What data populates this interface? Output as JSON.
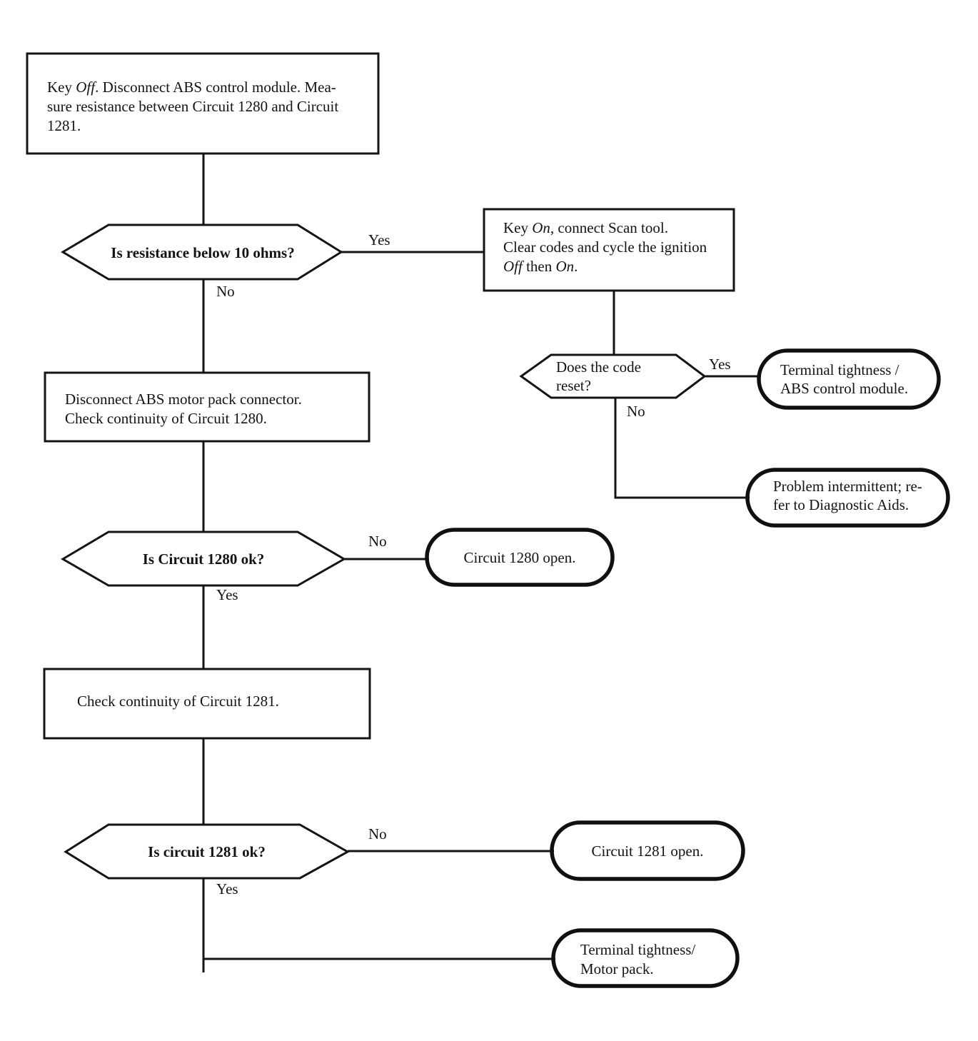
{
  "flowchart": {
    "colors": {
      "ink": "#141414",
      "background": "#ffffff"
    },
    "box_key_off": {
      "l1a": "Key ",
      "l1b": "Off",
      "l1c": ". Disconnect ABS control module. Mea-",
      "l2": "sure resistance between Circuit 1280 and Circuit",
      "l3": "1281."
    },
    "hex_resistance": {
      "q": "Is resistance below 10 ohms?"
    },
    "box_key_on": {
      "l1a": "Key ",
      "l1b": "On",
      "l1c": ", connect Scan tool.",
      "l2": "Clear codes and cycle the ignition",
      "l3a": "Off",
      "l3b": " then ",
      "l3c": "On",
      "l3d": "."
    },
    "hex_code_reset": {
      "l1": "Does the code",
      "l2": "reset?"
    },
    "pill_terminal_abs": {
      "l1": "Terminal tightness /",
      "l2": "ABS control module."
    },
    "pill_intermittent": {
      "l1": "Problem intermittent; re-",
      "l2": "fer to Diagnostic Aids."
    },
    "box_disconnect_motor": {
      "l1": "Disconnect ABS motor pack connector.",
      "l2": "Check continuity of Circuit 1280."
    },
    "hex_circuit_1280": {
      "q": "Is Circuit 1280 ok?"
    },
    "pill_1280_open": {
      "l1": "Circuit 1280 open."
    },
    "box_check_1281": {
      "l1": "Check continuity of Circuit 1281."
    },
    "hex_circuit_1281": {
      "q": "Is circuit 1281 ok?"
    },
    "pill_1281_open": {
      "l1": "Circuit 1281 open."
    },
    "pill_terminal_motor": {
      "l1": "Terminal tightness/",
      "l2": "Motor pack."
    },
    "edges": {
      "resistance_yes": "Yes",
      "resistance_no": "No",
      "code_reset_yes": "Yes",
      "code_reset_no": "No",
      "c1280_no": "No",
      "c1280_yes": "Yes",
      "c1281_no": "No",
      "c1281_yes": "Yes"
    }
  }
}
